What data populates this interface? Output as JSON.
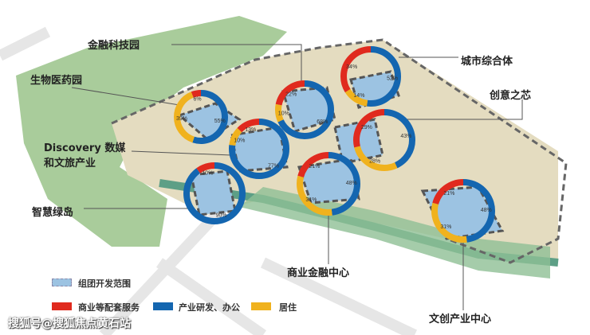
{
  "labels": {
    "fintech": "金融科技园",
    "urban_complex": "城市综合体",
    "biomed": "生物医药园",
    "creative_core": "创意之芯",
    "discovery_1": "Discovery 数媒",
    "discovery_2": "和文旅产业",
    "green_island": "智慧绿岛",
    "commerce_finance": "商业金融中心",
    "cultural_creative": "文创产业中心"
  },
  "legend": {
    "zone": "组团开发范围",
    "commercial": "商业等配套服务",
    "industry": "产业研发、办公",
    "residential": "居住"
  },
  "colors": {
    "commercial": "#e02a1e",
    "industry": "#1466b0",
    "residential": "#f0b21e",
    "zone": "#9cc3e2"
  },
  "watermark": "搜狐号@搜狐焦点黄石站",
  "donuts": [
    {
      "name": "biomed",
      "blue": 55,
      "yellow": 39,
      "red": 6,
      "labels": {
        "blue": "55%",
        "yellow": "39%",
        "red": "6%"
      }
    },
    {
      "name": "fintech",
      "blue": 68,
      "yellow": 10,
      "red": 22,
      "labels": {
        "blue": "68%",
        "yellow": "10%",
        "red": "22%"
      }
    },
    {
      "name": "urban-complex",
      "blue": 52,
      "yellow": 14,
      "red": 34,
      "labels": {
        "blue": "52%",
        "yellow": "14%",
        "red": "34%"
      }
    },
    {
      "name": "discovery",
      "blue": 77,
      "yellow": 10,
      "red": 13,
      "labels": {
        "blue": "77%",
        "yellow": "10%",
        "red": "13%"
      }
    },
    {
      "name": "green-island",
      "blue": 90,
      "yellow": 0,
      "red": 10,
      "labels": {
        "blue": "90%",
        "red": "10%"
      }
    },
    {
      "name": "creative-core",
      "blue": 43,
      "yellow": 28,
      "red": 29,
      "labels": {
        "blue": "43%",
        "yellow": "28%",
        "red": "29%"
      }
    },
    {
      "name": "commerce-finance",
      "blue": 48,
      "yellow": 31,
      "red": 21,
      "labels": {
        "blue": "48%",
        "yellow": "31%",
        "red": "21%"
      }
    },
    {
      "name": "cultural-creative",
      "blue": 48,
      "yellow": 31,
      "red": 21,
      "labels": {
        "blue": "48%",
        "yellow": "31%",
        "red": "21%"
      }
    }
  ]
}
